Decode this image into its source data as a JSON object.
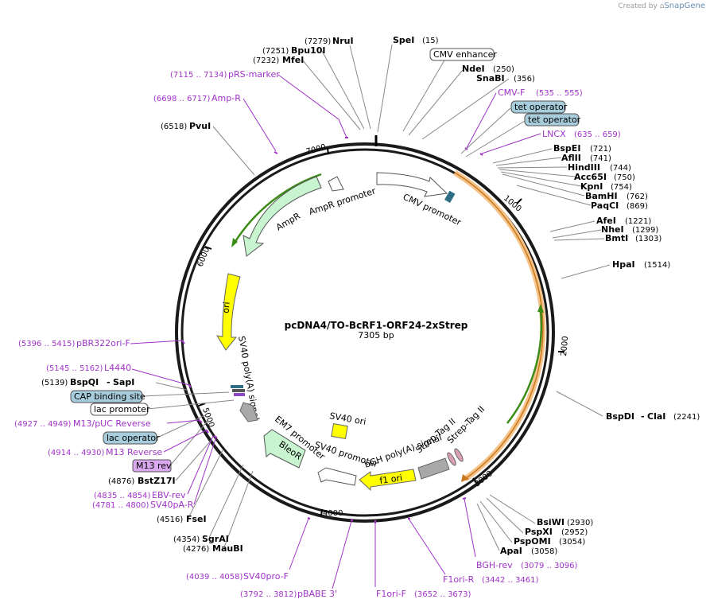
{
  "credit": {
    "prefix": "Created by",
    "brand": "SnapGene"
  },
  "plasmid": {
    "name": "pcDNA4/TO-BcRF1-ORF24-2xStrep",
    "length": "7305 bp"
  },
  "ticks": [
    "1000",
    "2000",
    "3000",
    "4000",
    "5000",
    "6000",
    "7000"
  ],
  "enzymes": [
    {
      "name": "NruI",
      "pos": "(7279)"
    },
    {
      "name": "Bpu10I",
      "pos": "(7251)"
    },
    {
      "name": "MfeI",
      "pos": "(7232)"
    },
    {
      "name": "SpeI",
      "pos": "(15)"
    },
    {
      "name": "NdeI",
      "pos": "(250)"
    },
    {
      "name": "SnaBI",
      "pos": "(356)"
    },
    {
      "name": "PvuI",
      "pos": "(6518)"
    },
    {
      "name": "BspEI",
      "pos": "(721)"
    },
    {
      "name": "AflII",
      "pos": "(741)"
    },
    {
      "name": "HindIII",
      "pos": "(744)"
    },
    {
      "name": "Acc65I",
      "pos": "(750)"
    },
    {
      "name": "KpnI",
      "pos": "(754)"
    },
    {
      "name": "BamHI",
      "pos": "(762)"
    },
    {
      "name": "PaqCI",
      "pos": "(869)"
    },
    {
      "name": "AfeI",
      "pos": "(1221)"
    },
    {
      "name": "NheI",
      "pos": "(1299)"
    },
    {
      "name": "BmtI",
      "pos": "(1303)"
    },
    {
      "name": "HpaI",
      "pos": "(1514)"
    },
    {
      "name": "BspDI",
      "pos": "(2241)"
    },
    {
      "name": "ClaI",
      "pos": ""
    },
    {
      "name": "BsiWI",
      "pos": "(2930)"
    },
    {
      "name": "PspXI",
      "pos": "(2952)"
    },
    {
      "name": "PspOMI",
      "pos": "(3054)"
    },
    {
      "name": "ApaI",
      "pos": "(3058)"
    },
    {
      "name": "BspQI",
      "pos": "(5139)"
    },
    {
      "name": "SapI",
      "pos": ""
    },
    {
      "name": "BstZ17I",
      "pos": "(4876)"
    },
    {
      "name": "FseI",
      "pos": "(4516)"
    },
    {
      "name": "SgrAI",
      "pos": "(4354)"
    },
    {
      "name": "MauBI",
      "pos": "(4276)"
    }
  ],
  "primers": [
    {
      "name": "pRS-marker",
      "pos": "(7115 .. 7134)"
    },
    {
      "name": "Amp-R",
      "pos": "(6698 .. 6717)"
    },
    {
      "name": "CMV-F",
      "pos": "(535 .. 555)"
    },
    {
      "name": "LNCX",
      "pos": "(635 .. 659)"
    },
    {
      "name": "pBR322ori-F",
      "pos": "(5396 .. 5415)"
    },
    {
      "name": "L4440",
      "pos": "(5145 .. 5162)"
    },
    {
      "name": "M13/pUC Reverse",
      "pos": "(4927 .. 4949)"
    },
    {
      "name": "M13 Reverse",
      "pos": "(4914 .. 4930)"
    },
    {
      "name": "EBV-rev",
      "pos": "(4835 .. 4854)"
    },
    {
      "name": "SV40pA-R",
      "pos": "(4781 .. 4800)"
    },
    {
      "name": "BGH-rev",
      "pos": "(3079 .. 3096)"
    },
    {
      "name": "F1ori-R",
      "pos": "(3442 .. 3461)"
    },
    {
      "name": "F1ori-F",
      "pos": "(3652 .. 3673)"
    },
    {
      "name": "pBABE 3'",
      "pos": "(3792 .. 3812)"
    },
    {
      "name": "SV40pro-F",
      "pos": "(4039 .. 4058)"
    }
  ],
  "boxed_labels": {
    "cmv_enhancer": "CMV enhancer",
    "tet_operator_1": "tet operator",
    "tet_operator_2": "tet operator",
    "cap_binding_site": "CAP binding site",
    "lac_promoter": "lac promoter",
    "lac_operator": "lac operator",
    "m13_rev": "M13 rev"
  },
  "features": {
    "cmv_promoter": "CMV promoter",
    "ampr_promoter": "AmpR promoter",
    "ampr": "AmpR",
    "ori": "ori",
    "sv40_polya": "SV40 poly(A) signal",
    "em7_promoter": "EM7 promoter",
    "bleor": "BleoR",
    "sv40_ori": "SV40 ori",
    "sv40_promoter": "SV40 promoter",
    "bgh_polya": "bGH poly(A) signal",
    "f1_ori": "f1 ori",
    "strep_tag_1": "Strep-Tag II",
    "strep_tag_2": "Strep-Tag II"
  },
  "colors": {
    "backbone": "#1a1a1a",
    "orf_highlight": "#f5c48a",
    "orf_line": "#c9781e",
    "green_arrow": "#3b8c16",
    "ampr_fill": "#c8f5cf",
    "ori_fill": "#ffff00",
    "grey_feature": "#a8a8a8",
    "boxed_blue": "#a7ccdb",
    "boxed_purple": "#d9a8ee",
    "primer": "#a033c8",
    "strep_tag": "#d9a0b0",
    "teal_marker": "#2f6f86"
  },
  "delimiter": "-"
}
